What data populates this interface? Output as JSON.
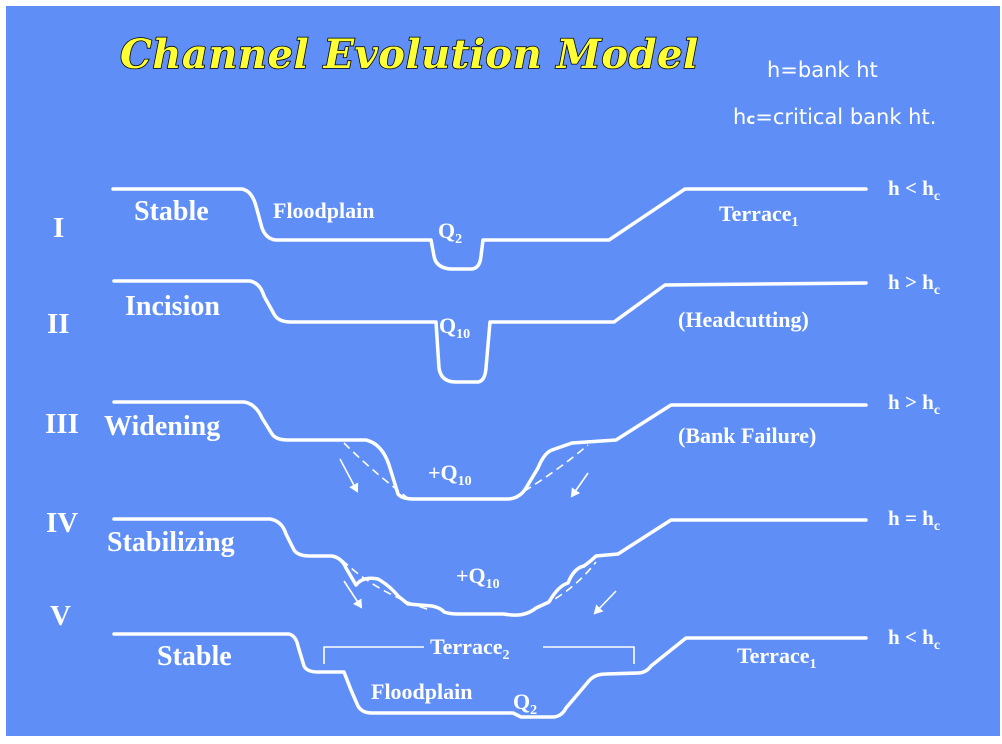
{
  "title": "Channel Evolution Model",
  "legend": {
    "h_line": "h=bank ht",
    "hc_prefix": "h",
    "hc_sub": "c",
    "hc_rest": "=critical bank ht."
  },
  "stages": [
    {
      "numeral": "I",
      "name": "Stable",
      "labels": {
        "left": "Floodplain",
        "flow": "Q",
        "flow_sub": "2",
        "right": "Terrace",
        "right_sub": "1"
      },
      "condition": {
        "lhs": "h",
        "op": "<",
        "rhs": "h",
        "rhs_sub": "c"
      }
    },
    {
      "numeral": "II",
      "name": "Incision",
      "labels": {
        "flow": "Q",
        "flow_sub": "10",
        "right": "(Headcutting)"
      },
      "condition": {
        "lhs": "h",
        "op": ">",
        "rhs": "h",
        "rhs_sub": "c"
      }
    },
    {
      "numeral": "III",
      "name": "Widening",
      "labels": {
        "flow": "+Q",
        "flow_sub": "10",
        "right": "(Bank Failure)"
      },
      "condition": {
        "lhs": "h",
        "op": ">",
        "rhs": "h",
        "rhs_sub": "c"
      }
    },
    {
      "numeral": "IV",
      "name": "Stabilizing",
      "labels": {
        "flow": "+Q",
        "flow_sub": "10"
      },
      "condition": {
        "lhs": "h",
        "op": "=",
        "rhs": "h",
        "rhs_sub": "c"
      }
    },
    {
      "numeral": "V",
      "name": "Stable",
      "labels": {
        "upper": "Terrace",
        "upper_sub": "2",
        "left": "Floodplain",
        "flow": "Q",
        "flow_sub": "2",
        "right": "Terrace",
        "right_sub": "1"
      },
      "condition": {
        "lhs": "h",
        "op": "<",
        "rhs": "h",
        "rhs_sub": "c"
      }
    }
  ]
}
